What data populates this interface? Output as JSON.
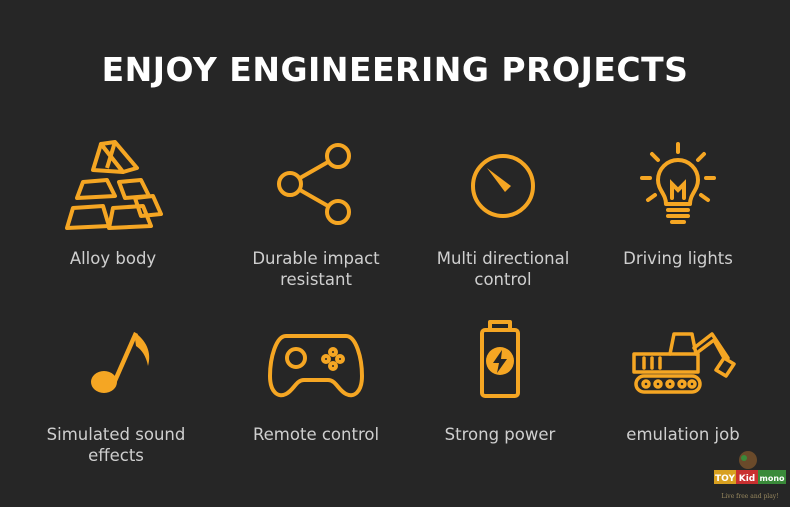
{
  "heading": "ENJOY ENGINEERING PROJECTS",
  "accent_color": "#F5A623",
  "features": [
    {
      "label_lines": [
        "Alloy body"
      ],
      "icon": "gold-bars-icon"
    },
    {
      "label_lines": [
        "Durable impact",
        "resistant"
      ],
      "icon": "share-nodes-icon"
    },
    {
      "label_lines": [
        "Multi directional",
        "control"
      ],
      "icon": "gauge-icon"
    },
    {
      "label_lines": [
        "Driving lights"
      ],
      "icon": "light-bulb-icon"
    },
    {
      "label_lines": [
        "Simulated sound",
        "effects"
      ],
      "icon": "music-note-icon"
    },
    {
      "label_lines": [
        "Remote control"
      ],
      "icon": "gamepad-icon"
    },
    {
      "label_lines": [
        "Strong power"
      ],
      "icon": "battery-bolt-icon"
    },
    {
      "label_lines": [
        "emulation job"
      ],
      "icon": "excavator-icon"
    }
  ],
  "watermark": {
    "line1_a": "TOY",
    "line1_b": "Kid",
    "line1_c": "mono",
    "line2": "Live free and play!"
  }
}
